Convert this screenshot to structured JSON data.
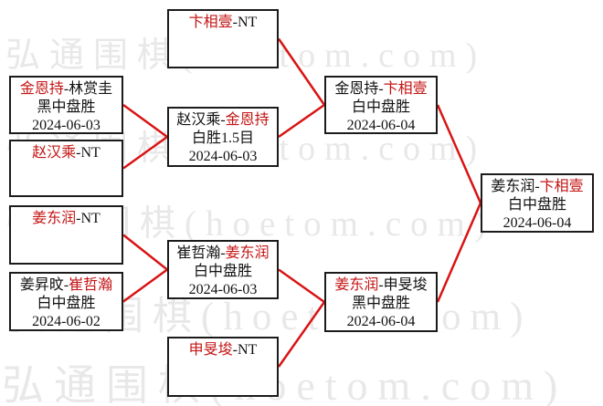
{
  "watermark": {
    "text": "弘通围棋(hoetom.com)"
  },
  "colors": {
    "winner_text": "#c41414",
    "connector_line": "#d91414",
    "box_border": "#1b1b1b",
    "watermark": "#e8e8e8",
    "background": "#ffffff"
  },
  "bracket": {
    "boxes": [
      {
        "pre": "",
        "winner": "金恩持",
        "post": "-林赏圭",
        "result": "黑中盘胜",
        "date": "2024-06-03"
      },
      {
        "pre": "",
        "winner": "赵汉乘",
        "post": "-NT",
        "result": "",
        "date": ""
      },
      {
        "pre": "",
        "winner": "姜东润",
        "post": "-NT",
        "result": "",
        "date": ""
      },
      {
        "pre": "姜昇旼-",
        "winner": "崔哲瀚",
        "post": "",
        "result": "白中盘胜",
        "date": "2024-06-02"
      },
      {
        "pre": "",
        "winner": "卞相壹",
        "post": "-NT",
        "result": "",
        "date": ""
      },
      {
        "pre": "赵汉乘-",
        "winner": "金恩持",
        "post": "",
        "result": "白胜1.5目",
        "date": "2024-06-03"
      },
      {
        "pre": "崔哲瀚-",
        "winner": "姜东润",
        "post": "",
        "result": "白中盘胜",
        "date": "2024-06-03"
      },
      {
        "pre": "",
        "winner": "申旻埈",
        "post": "-NT",
        "result": "",
        "date": ""
      },
      {
        "pre": "金恩持-",
        "winner": "卞相壹",
        "post": "",
        "result": "白中盘胜",
        "date": "2024-06-04"
      },
      {
        "pre": "",
        "winner": "姜东润",
        "post": "-申旻埈",
        "result": "黑中盘胜",
        "date": "2024-06-04"
      },
      {
        "pre": "姜东润-",
        "winner": "卞相壹",
        "post": "",
        "result": "白中盘胜",
        "date": "2024-06-04"
      }
    ],
    "connections": [
      [
        0,
        5
      ],
      [
        1,
        5
      ],
      [
        2,
        6
      ],
      [
        3,
        6
      ],
      [
        4,
        8
      ],
      [
        5,
        8
      ],
      [
        6,
        9
      ],
      [
        7,
        9
      ],
      [
        8,
        10
      ],
      [
        9,
        10
      ]
    ]
  }
}
